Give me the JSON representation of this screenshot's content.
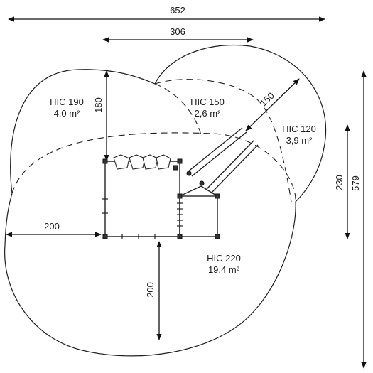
{
  "dimensions": {
    "overall_width": "652",
    "top_width": "306",
    "left_height": "180",
    "diagonal": "150",
    "left_offset": "200",
    "bottom_offset": "200",
    "right_inner_height": "230",
    "overall_height": "579"
  },
  "zones": [
    {
      "code": "HIC 190",
      "area": "4,0 m²"
    },
    {
      "code": "HIC 150",
      "area": "2,6 m²"
    },
    {
      "code": "HIC 120",
      "area": "3,9 m²"
    },
    {
      "code": "HIC 220",
      "area": "19,4 m²"
    }
  ],
  "colors": {
    "line": "#1f1f1f",
    "background": "#ffffff"
  }
}
